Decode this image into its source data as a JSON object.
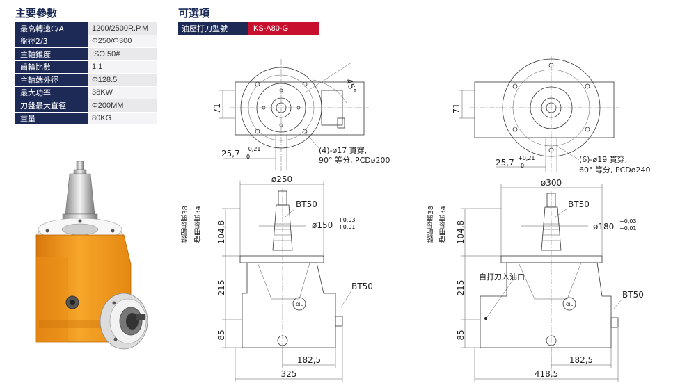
{
  "headings": {
    "main_params": "主要參數",
    "options": "可選項"
  },
  "specs": [
    {
      "label": "最高轉速C/A",
      "value": "1200/2500R.P.M"
    },
    {
      "label": "盤徑2/3",
      "value": "Φ250/Φ300"
    },
    {
      "label": "主軸錐度",
      "value": "ISO 50#"
    },
    {
      "label": "齒輪比數",
      "value": "1:1"
    },
    {
      "label": "主軸端外徑",
      "value": "Φ128.5"
    },
    {
      "label": "最大功率",
      "value": "38KW"
    },
    {
      "label": "刀盤最大直徑",
      "value": "Φ200MM"
    },
    {
      "label": "重量",
      "value": "80KG"
    }
  ],
  "option": {
    "label": "油壓打刀型號",
    "value": "KS-A80-G"
  },
  "colors": {
    "navy": "#1d2a56",
    "red": "#c8102e",
    "orange": "#f29a1f"
  },
  "drawing_left": {
    "dim_71": "71",
    "dim_25_7": "25,7",
    "tol_25_7_upper": "+0,21",
    "tol_25_7_lower": "0",
    "angle": "45°",
    "hole_note_1": "(4)-ø17 貫穿,",
    "hole_note_2": "90° 等分, PCDø200",
    "dim_dia": "ø250",
    "bt_top": "BT50",
    "bt_side": "BT50",
    "dim_150": "ø150",
    "tol_150_upper": "+0,03",
    "tol_150_lower": "+0,01",
    "len_38": "裝配長度38",
    "len_34": "使用長度34",
    "dim_104_8": "104,8",
    "dim_215": "215",
    "dim_85": "85",
    "dim_182_5": "182,5",
    "dim_325": "325"
  },
  "drawing_right": {
    "dim_71": "71",
    "dim_25_7": "25,7",
    "tol_25_7_upper": "+0,21",
    "tol_25_7_lower": "0",
    "hole_note_1": "(6)-ø19 貫穿,",
    "hole_note_2": "60° 等分, PCDø240",
    "dim_dia": "ø300",
    "bt_top": "BT50",
    "bt_side": "BT50",
    "dim_180": "ø180",
    "tol_180_upper": "+0,03",
    "tol_180_lower": "+0,01",
    "len_38": "裝配長度38",
    "len_34": "使用長度34",
    "dim_104_8": "104,8",
    "dim_215": "215",
    "dim_85": "85",
    "oil_note": "自打刀入油口",
    "dim_182_5": "182,5",
    "dim_418_5": "418,5"
  }
}
